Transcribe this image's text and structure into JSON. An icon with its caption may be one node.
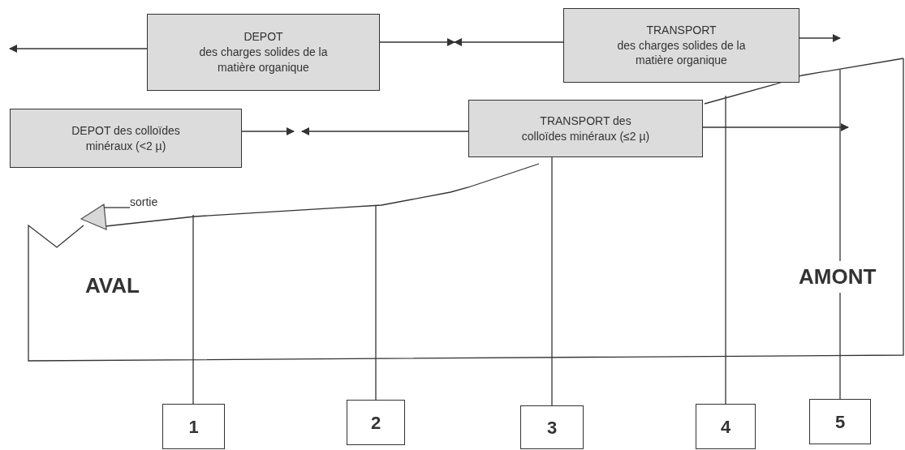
{
  "diagram": {
    "nodes": [
      {
        "text": [
          "DEPOT",
          "des charges solides de la matière organique"
        ]
      },
      {
        "text": [
          "TRANSPORT",
          "des charges solides de la matière organique"
        ]
      },
      {
        "text": [
          "DEPOT des colloïdes minéraux (<2 µ)"
        ]
      },
      {
        "text": [
          "TRANSPORT des colloïdes minéraux (≤2 µ)"
        ]
      },
      {
        "text": [
          "1"
        ]
      },
      {
        "text": [
          "2"
        ]
      },
      {
        "text": [
          "3"
        ]
      },
      {
        "text": [
          "4"
        ]
      },
      {
        "text": [
          "5"
        ]
      },
      {
        "text": [
          "sortie"
        ]
      }
    ],
    "edges": [
      {
        "from": 0,
        "to": null,
        "arrow": "to"
      },
      {
        "from": 0,
        "to": null,
        "arrow": "to"
      },
      {
        "from": 1,
        "to": null,
        "arrow": "to"
      },
      {
        "from": 1,
        "to": null,
        "arrow": "to"
      },
      {
        "from": 2,
        "to": null,
        "arrow": "to"
      },
      {
        "from": 3,
        "to": null,
        "arrow": "to"
      },
      {
        "from": 3,
        "to": null,
        "arrow": "to"
      },
      {
        "from": 4,
        "to": null,
        "arrow": "none"
      },
      {
        "from": 5,
        "to": null,
        "arrow": "none"
      },
      {
        "from": 6,
        "to": 3,
        "arrow": "none"
      },
      {
        "from": 7,
        "to": null,
        "arrow": "none"
      },
      {
        "from": 8,
        "to": null,
        "arrow": "none"
      },
      {
        "from": 9,
        "to": null,
        "arrow": "none"
      }
    ],
    "labels": [
      "AVAL",
      "AMONT"
    ]
  }
}
